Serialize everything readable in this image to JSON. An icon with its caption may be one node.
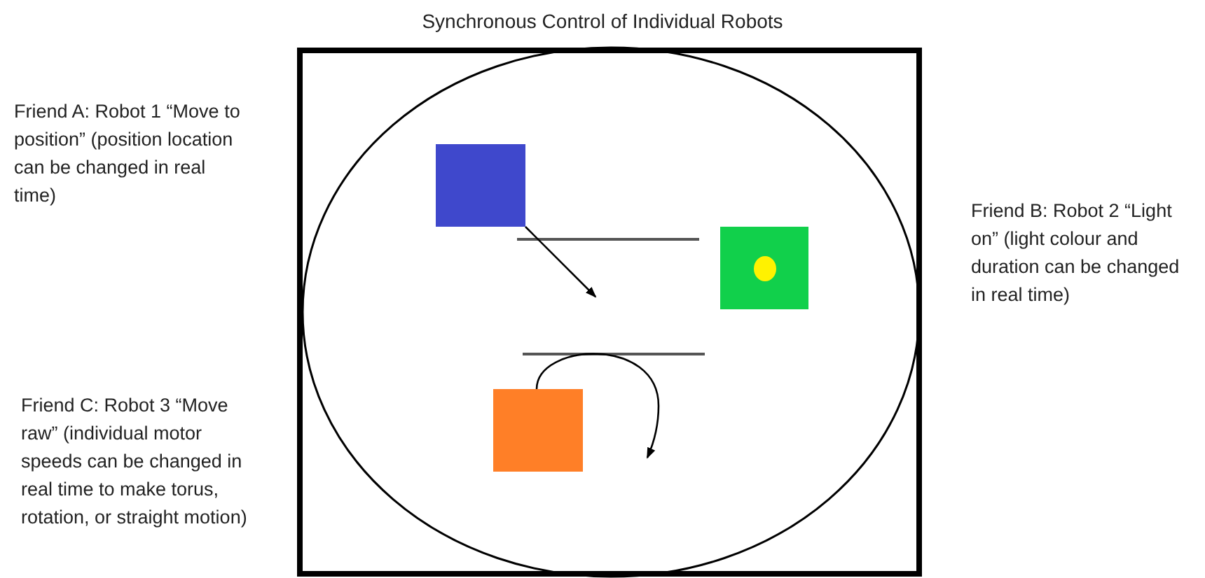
{
  "diagram": {
    "title": "Synchronous Control of Individual Robots",
    "nodes": [
      {
        "text": [],
        "shape": "box"
      },
      {
        "text": [],
        "shape": "box"
      },
      {
        "text": [],
        "shape": "box"
      }
    ],
    "edges": [
      {
        "from": 0,
        "to": null,
        "arrow": "to"
      },
      {
        "from": 2,
        "to": null,
        "arrow": "to"
      }
    ],
    "labels": [
      "Friend A: Robot 1 “Move to position” (position location can be changed in real time)",
      "Friend B: Robot 2 “Light on” (light colour and duration can be changed in real time)",
      "Friend C: Robot 3 “Move raw” (individual motor speeds can be changed in real time to make torus, rotation, or straight motion)"
    ]
  }
}
